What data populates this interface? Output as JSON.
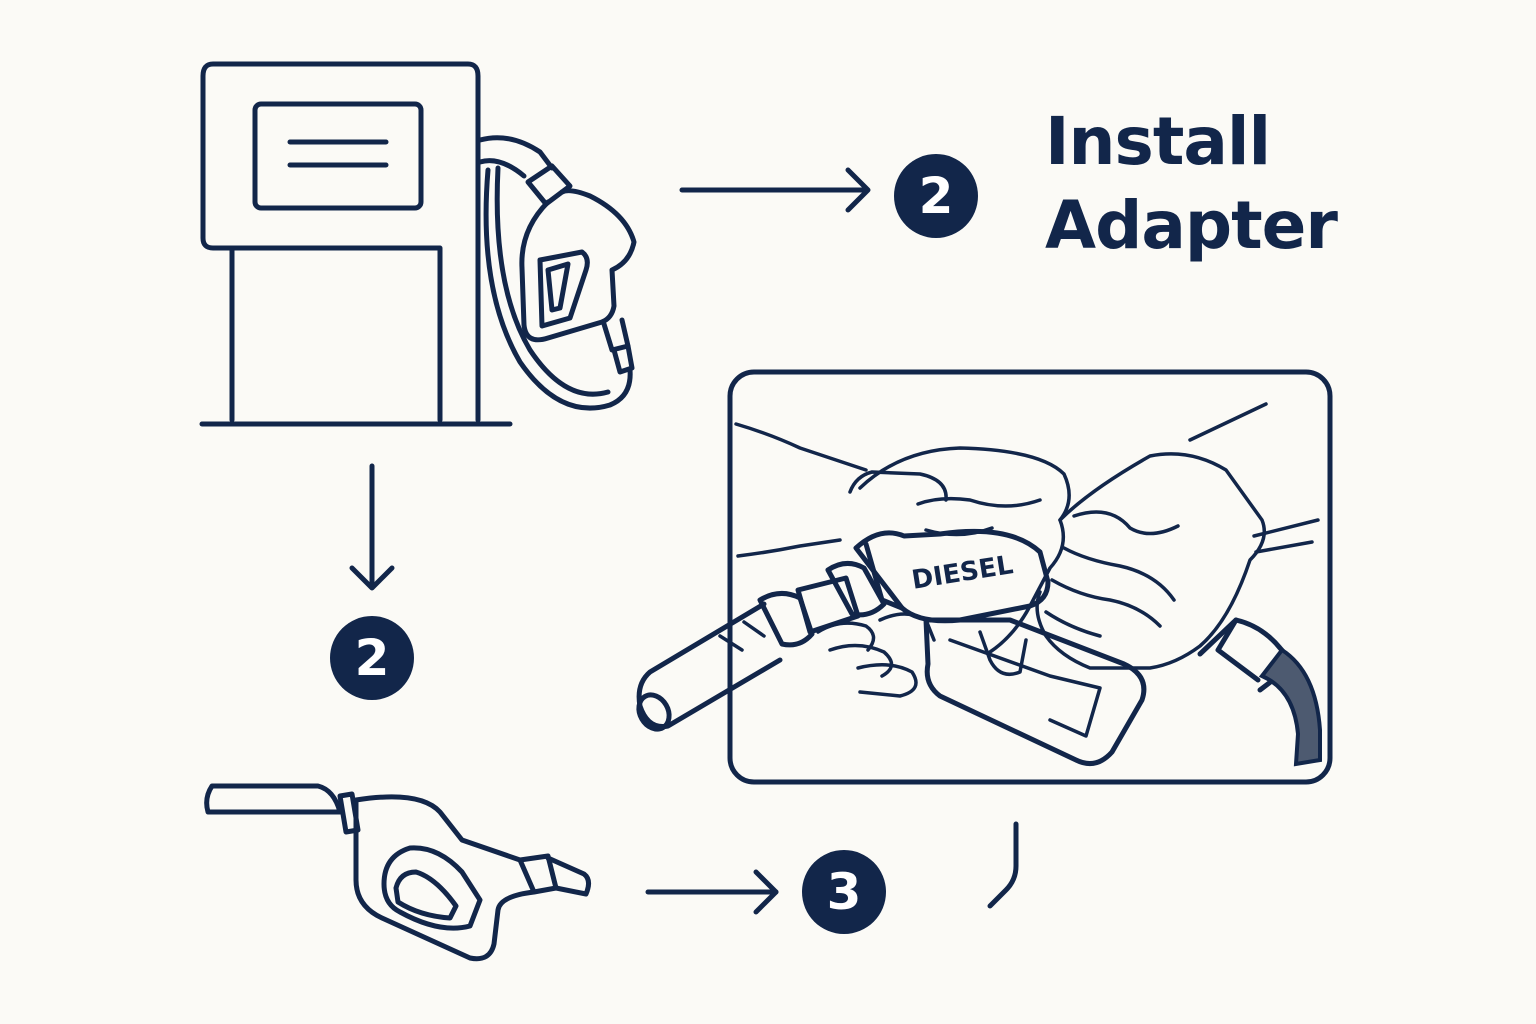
{
  "title": {
    "line1": "Install",
    "line2": "Adapter"
  },
  "steps": {
    "badge_top_right": "2",
    "badge_left": "2",
    "badge_bottom": "3"
  },
  "nozzle_label": "DIESEL",
  "colors": {
    "ink": "#12264a",
    "background": "#fbfaf6",
    "badge_text": "#ffffff"
  },
  "icons": [
    "fuel-pump-icon",
    "fuel-nozzle-icon",
    "arrow-right-icon",
    "arrow-down-icon",
    "hands-holding-nozzle-illustration"
  ]
}
